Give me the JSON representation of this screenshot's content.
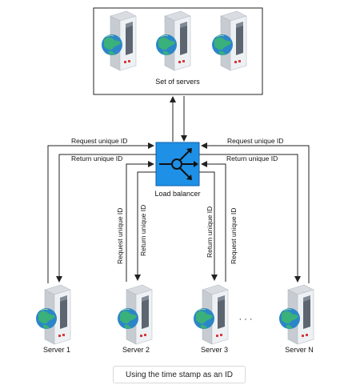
{
  "cluster": {
    "label": "Set of servers"
  },
  "load_balancer": {
    "label": "Load balancer"
  },
  "servers": [
    {
      "label": "Server 1"
    },
    {
      "label": "Server 2"
    },
    {
      "label": "Server 3"
    },
    {
      "label": "Server N"
    }
  ],
  "ellipsis": "· · ·",
  "edges": {
    "request_label": "Request unique ID",
    "return_label": "Return unique ID"
  },
  "caption": "Using the time stamp as an ID",
  "colors": {
    "lb_fill": "#1e90e6",
    "lb_stroke": "#0f5fa8",
    "server_body": "#e8ecf0",
    "server_front": "#6b7580",
    "globe_land": "#3ab07a",
    "globe_water": "#2b86c8",
    "led": "#d83a3a"
  }
}
